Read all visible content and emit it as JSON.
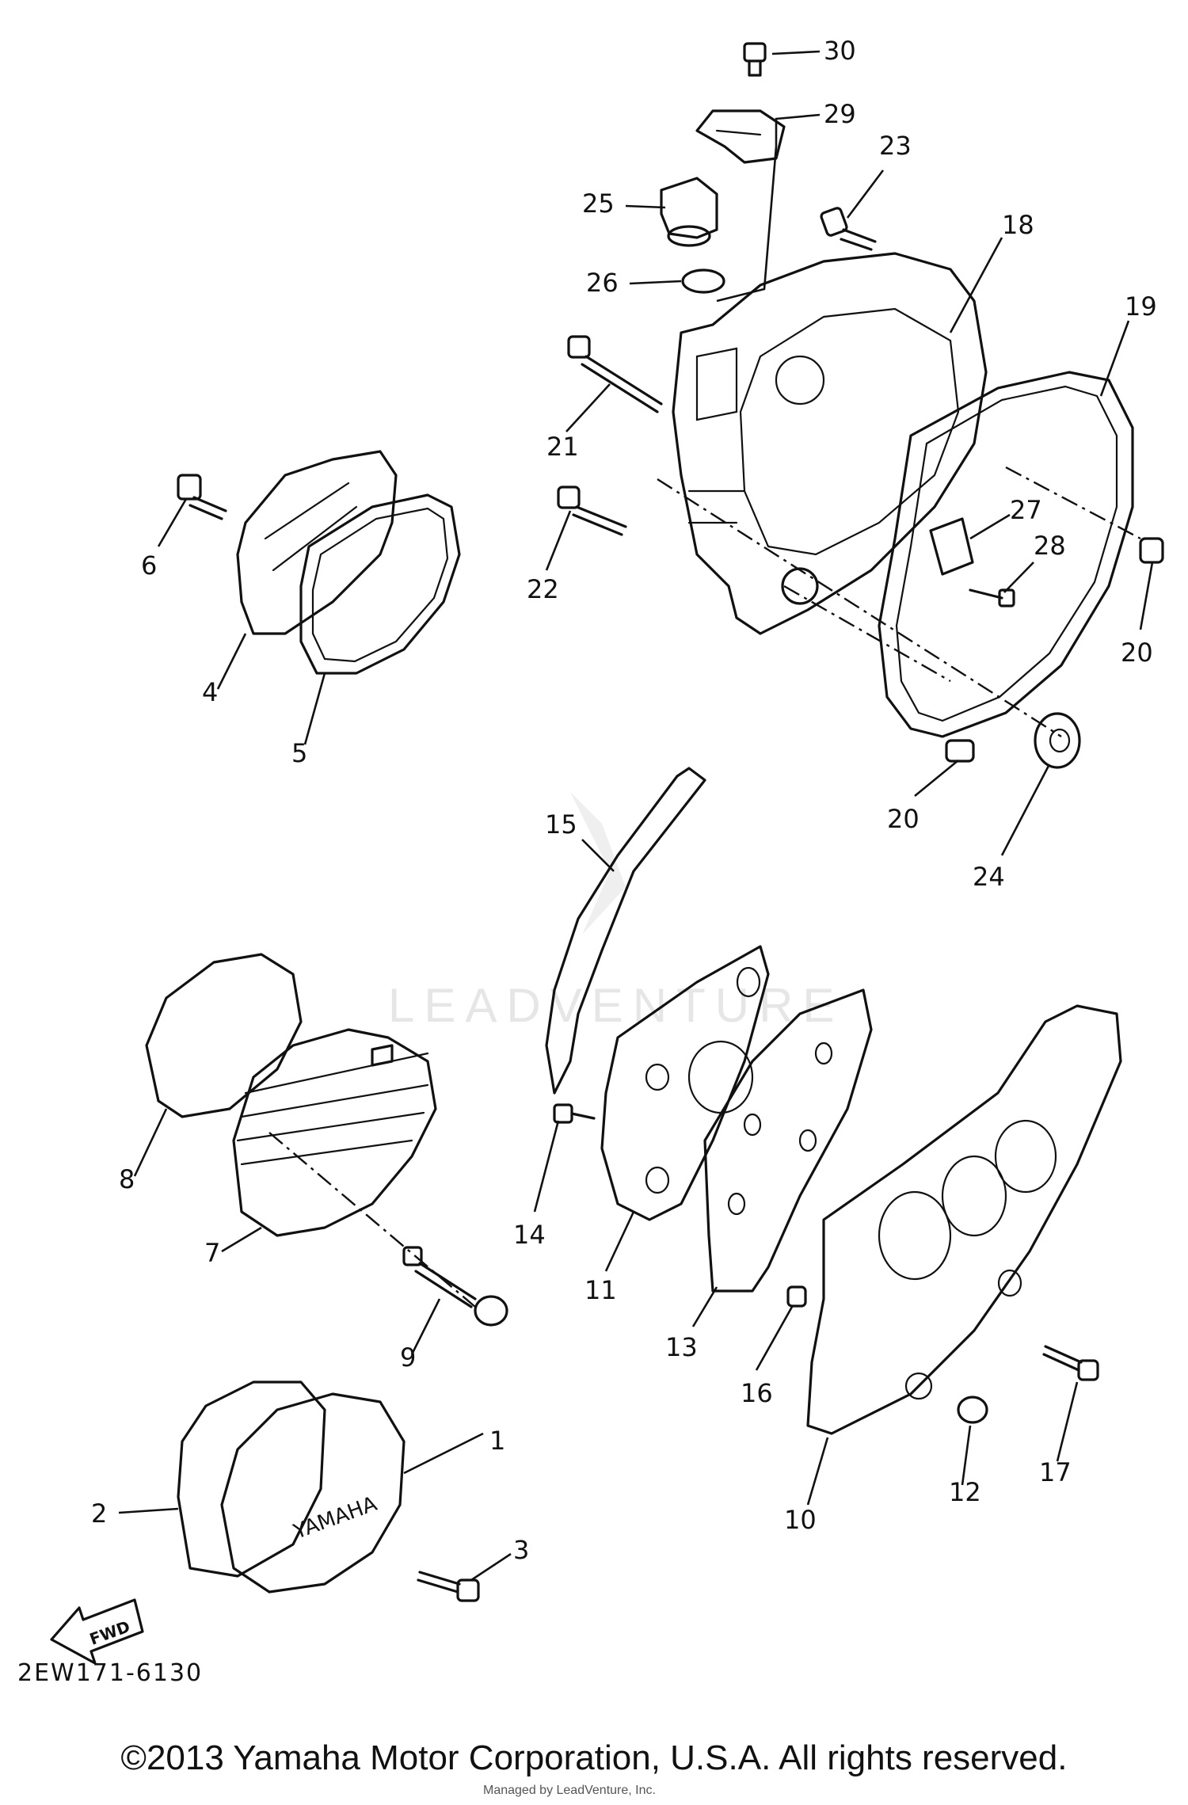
{
  "diagram": {
    "callouts": [
      "30",
      "29",
      "23",
      "25",
      "18",
      "26",
      "19",
      "21",
      "6",
      "27",
      "28",
      "22",
      "4",
      "20",
      "5",
      "20",
      "24",
      "15",
      "8",
      "14",
      "7",
      "11",
      "13",
      "9",
      "16",
      "1",
      "17",
      "2",
      "3",
      "12",
      "10"
    ],
    "part_code": "2EW171-6130",
    "fwd_label": "FWD",
    "cover_brand": "YAMAHA",
    "watermark": "LEADVENTURE"
  },
  "footer": {
    "copyright": "©2013 Yamaha Motor Corporation, U.S.A. All rights reserved.",
    "credit": "Managed by LeadVenture, Inc."
  }
}
